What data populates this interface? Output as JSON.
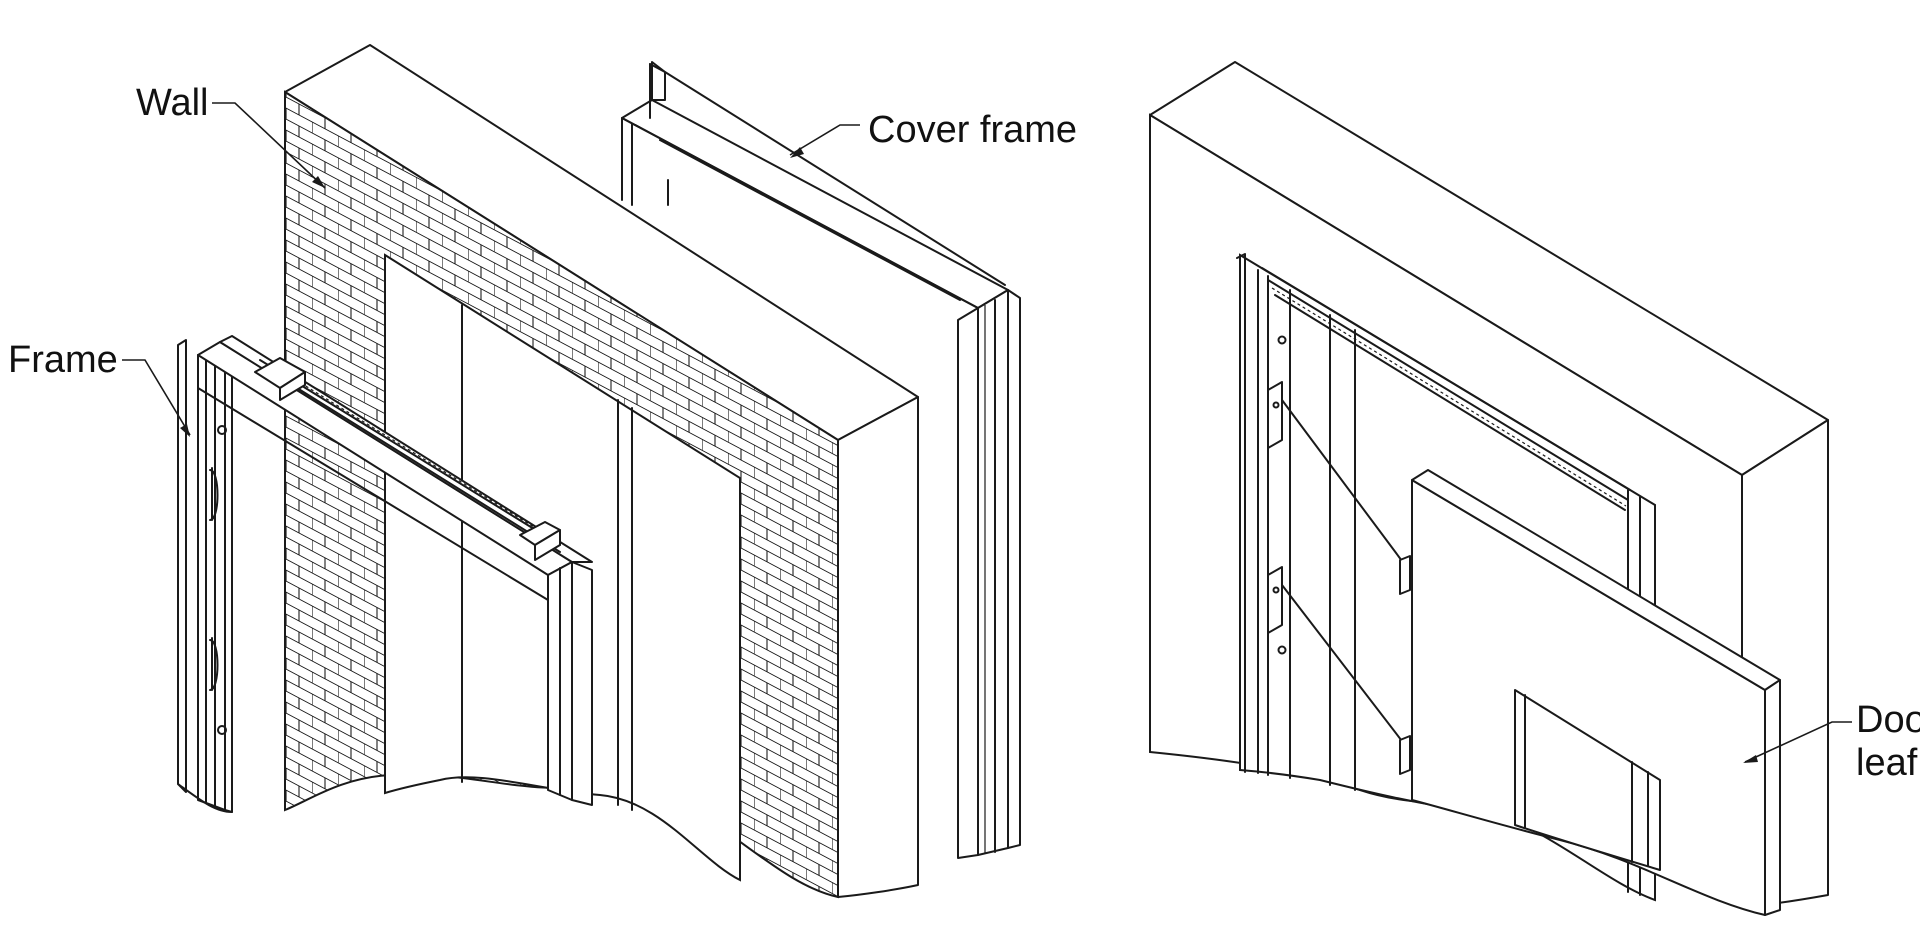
{
  "labels": {
    "wall": "Wall",
    "cover_frame": "Cover frame",
    "frame": "Frame",
    "door_leaf_line1": "Door",
    "door_leaf_line2": "leaf"
  },
  "colors": {
    "line": "#1a1a1a",
    "background": "#ffffff",
    "text": "#111111"
  }
}
